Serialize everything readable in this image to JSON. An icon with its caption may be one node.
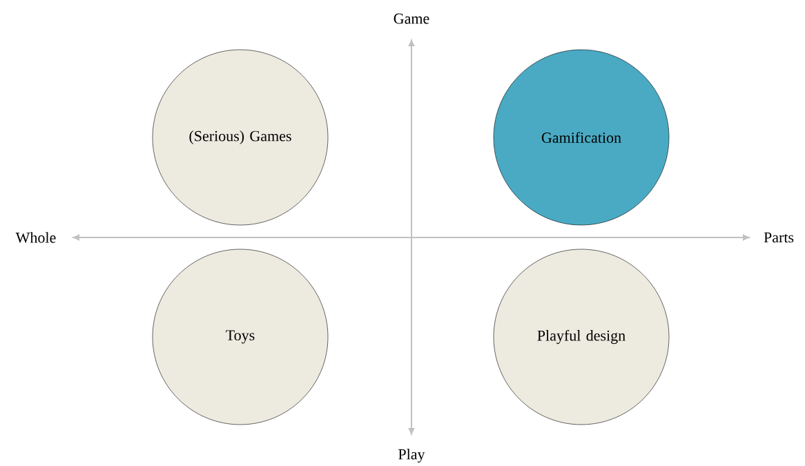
{
  "diagram": {
    "nodes": [
      {
        "text": [
          "(Serious) Games"
        ]
      },
      {
        "text": [
          "Gamification"
        ]
      },
      {
        "text": [
          "Toys"
        ]
      },
      {
        "text": [
          "Playful design"
        ]
      }
    ],
    "labels": [
      "Game",
      "Whole",
      "Parts",
      "Play"
    ]
  }
}
